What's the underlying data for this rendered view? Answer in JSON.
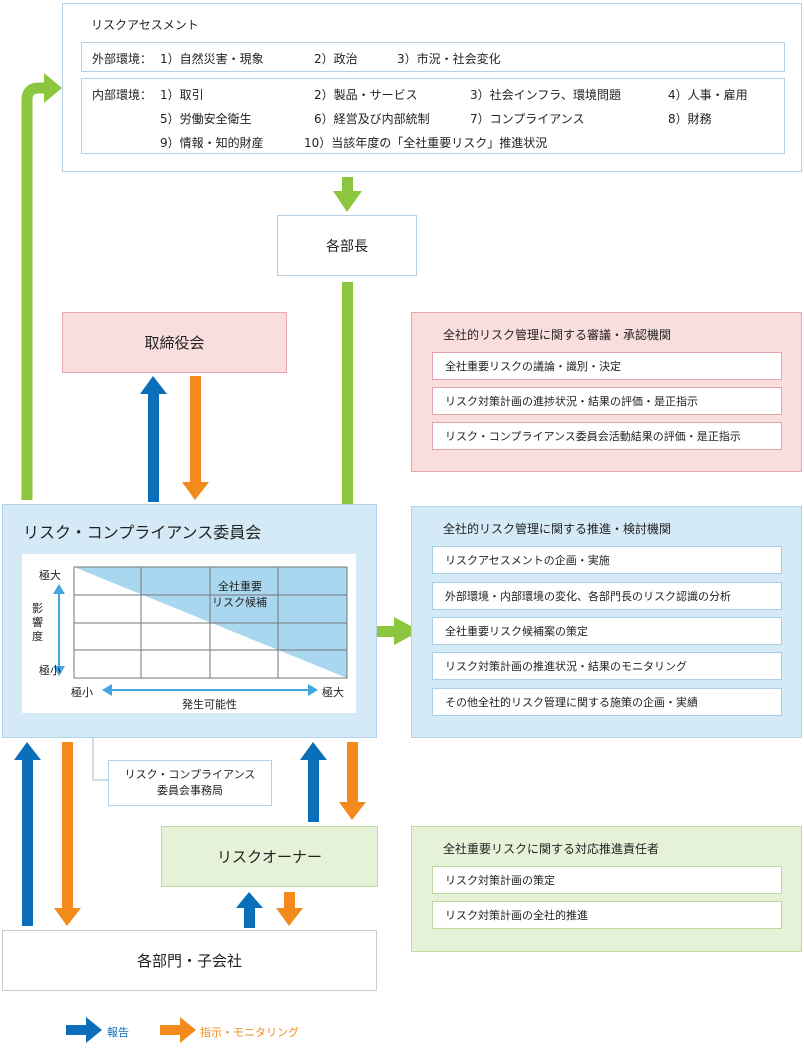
{
  "assessment": {
    "title": "リスクアセスメント",
    "external_label": "外部環境：",
    "external_items": [
      "1）自然災害・現象",
      "2）政治",
      "3）市況・社会変化"
    ],
    "internal_label": "内部環境：",
    "internal_items": [
      "1）取引",
      "2）製品・サービス",
      "3）社会インフラ、環境問題",
      "4）人事・雇用",
      "5）労働安全衛生",
      "6）経営及び内部統制",
      "7）コンプライアンス",
      "8）財務",
      "9）情報・知的財産",
      "10）当該年度の「全社重要リスク」推進状況"
    ]
  },
  "department_heads": "各部長",
  "board": "取締役会",
  "committee": {
    "title": "リスク・コンプライアンス委員会",
    "matrix": {
      "y_top": "極大",
      "y_bottom": "極小",
      "y_axis": "影響度",
      "x_left": "極小",
      "x_right": "極大",
      "x_axis": "発生可能性",
      "highlight_line1": "全社重要",
      "highlight_line2": "リスク候補"
    }
  },
  "secretariat": {
    "line1": "リスク・コンプライアンス",
    "line2": "委員会事務局"
  },
  "risk_owner": "リスクオーナー",
  "divisions": "各部門・子会社",
  "panels": {
    "approval": {
      "title": "全社的リスク管理に関する審議・承認機関",
      "items": [
        "全社重要リスクの議論・識別・決定",
        "リスク対策計画の進捗状況・結果の評価・是正指示",
        "リスク・コンプライアンス委員会活動結果の評価・是正指示"
      ]
    },
    "promotion": {
      "title": "全社的リスク管理に関する推進・検討機関",
      "items": [
        "リスクアセスメントの企画・実施",
        "外部環境・内部環境の変化、各部門長のリスク認識の分析",
        "全社重要リスク候補案の策定",
        "リスク対策計画の推進状況・結果のモニタリング",
        "その他全社的リスク管理に関する施策の企画・実績"
      ]
    },
    "owner": {
      "title": "全社重要リスクに関する対応推進責任者",
      "items": [
        "リスク対策計画の策定",
        "リスク対策計画の全社的推進"
      ]
    }
  },
  "legend": {
    "report": "報告",
    "instruction": "指示・モニタリング"
  },
  "colors": {
    "blue": "#0a6fb8",
    "orange": "#f28a1c",
    "green": "#8cc63f"
  }
}
